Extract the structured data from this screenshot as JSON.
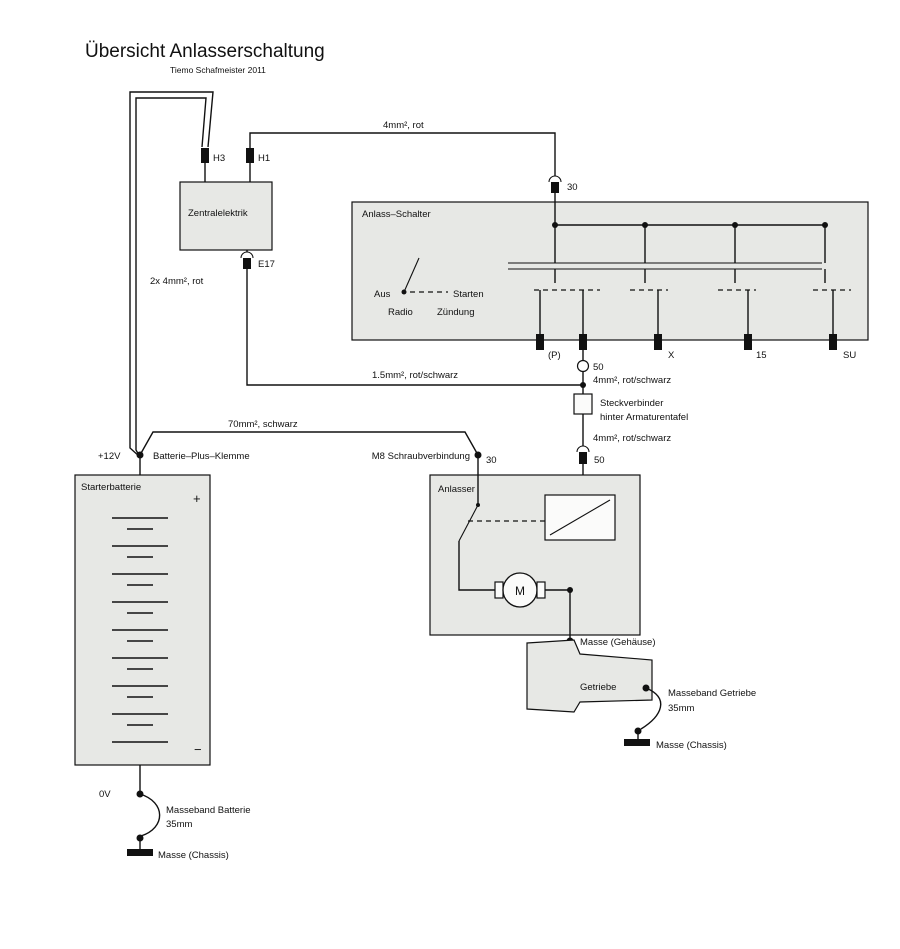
{
  "title": "Übersicht Anlasserschaltung",
  "subtitle": "Tiemo Schafmeister 2011",
  "zentralelektrik": {
    "label": "Zentralelektrik",
    "terminal_h3": "H3",
    "terminal_h1": "H1",
    "terminal_e17": "E17"
  },
  "anlass_schalter": {
    "label": "Anlass–Schalter",
    "terminal_30": "30",
    "pos_aus": "Aus",
    "pos_starten": "Starten",
    "pos_radio": "Radio",
    "pos_zuendung": "Zündung",
    "terminal_p": "(P)",
    "terminal_50": "50",
    "terminal_x": "X",
    "terminal_15": "15",
    "terminal_su": "SU"
  },
  "steckverbinder": {
    "line1": "Steckverbinder",
    "line2": "hinter Armaturentafel"
  },
  "wires": {
    "rot_4mm": "4mm², rot",
    "rot_2x4mm": "2x 4mm², rot",
    "rotschwarz_15mm": "1.5mm², rot/schwarz",
    "rotschwarz_4mm_a": "4mm², rot/schwarz",
    "rotschwarz_4mm_b": "4mm², rot/schwarz",
    "schwarz_70mm": "70mm², schwarz",
    "m8": "M8 Schraubverbindung"
  },
  "starterbatterie": {
    "label": "Starterbatterie",
    "plus": "+",
    "minus": "−",
    "voltage_plus": "+12V",
    "voltage_zero": "0V",
    "klemme": "Batterie–Plus–Klemme"
  },
  "anlasser": {
    "label": "Anlasser",
    "motor": "M",
    "terminal_30": "30",
    "terminal_50": "50"
  },
  "getriebe": {
    "label": "Getriebe"
  },
  "masse": {
    "gehaeuse": "Masse (Gehäuse)",
    "band_batterie_1": "Masseband Batterie",
    "band_batterie_2": "35mm",
    "chassis_batterie": "Masse (Chassis)",
    "band_getriebe_1": "Masseband Getriebe",
    "band_getriebe_2": "35mm",
    "chassis_getriebe": "Masse (Chassis)"
  }
}
